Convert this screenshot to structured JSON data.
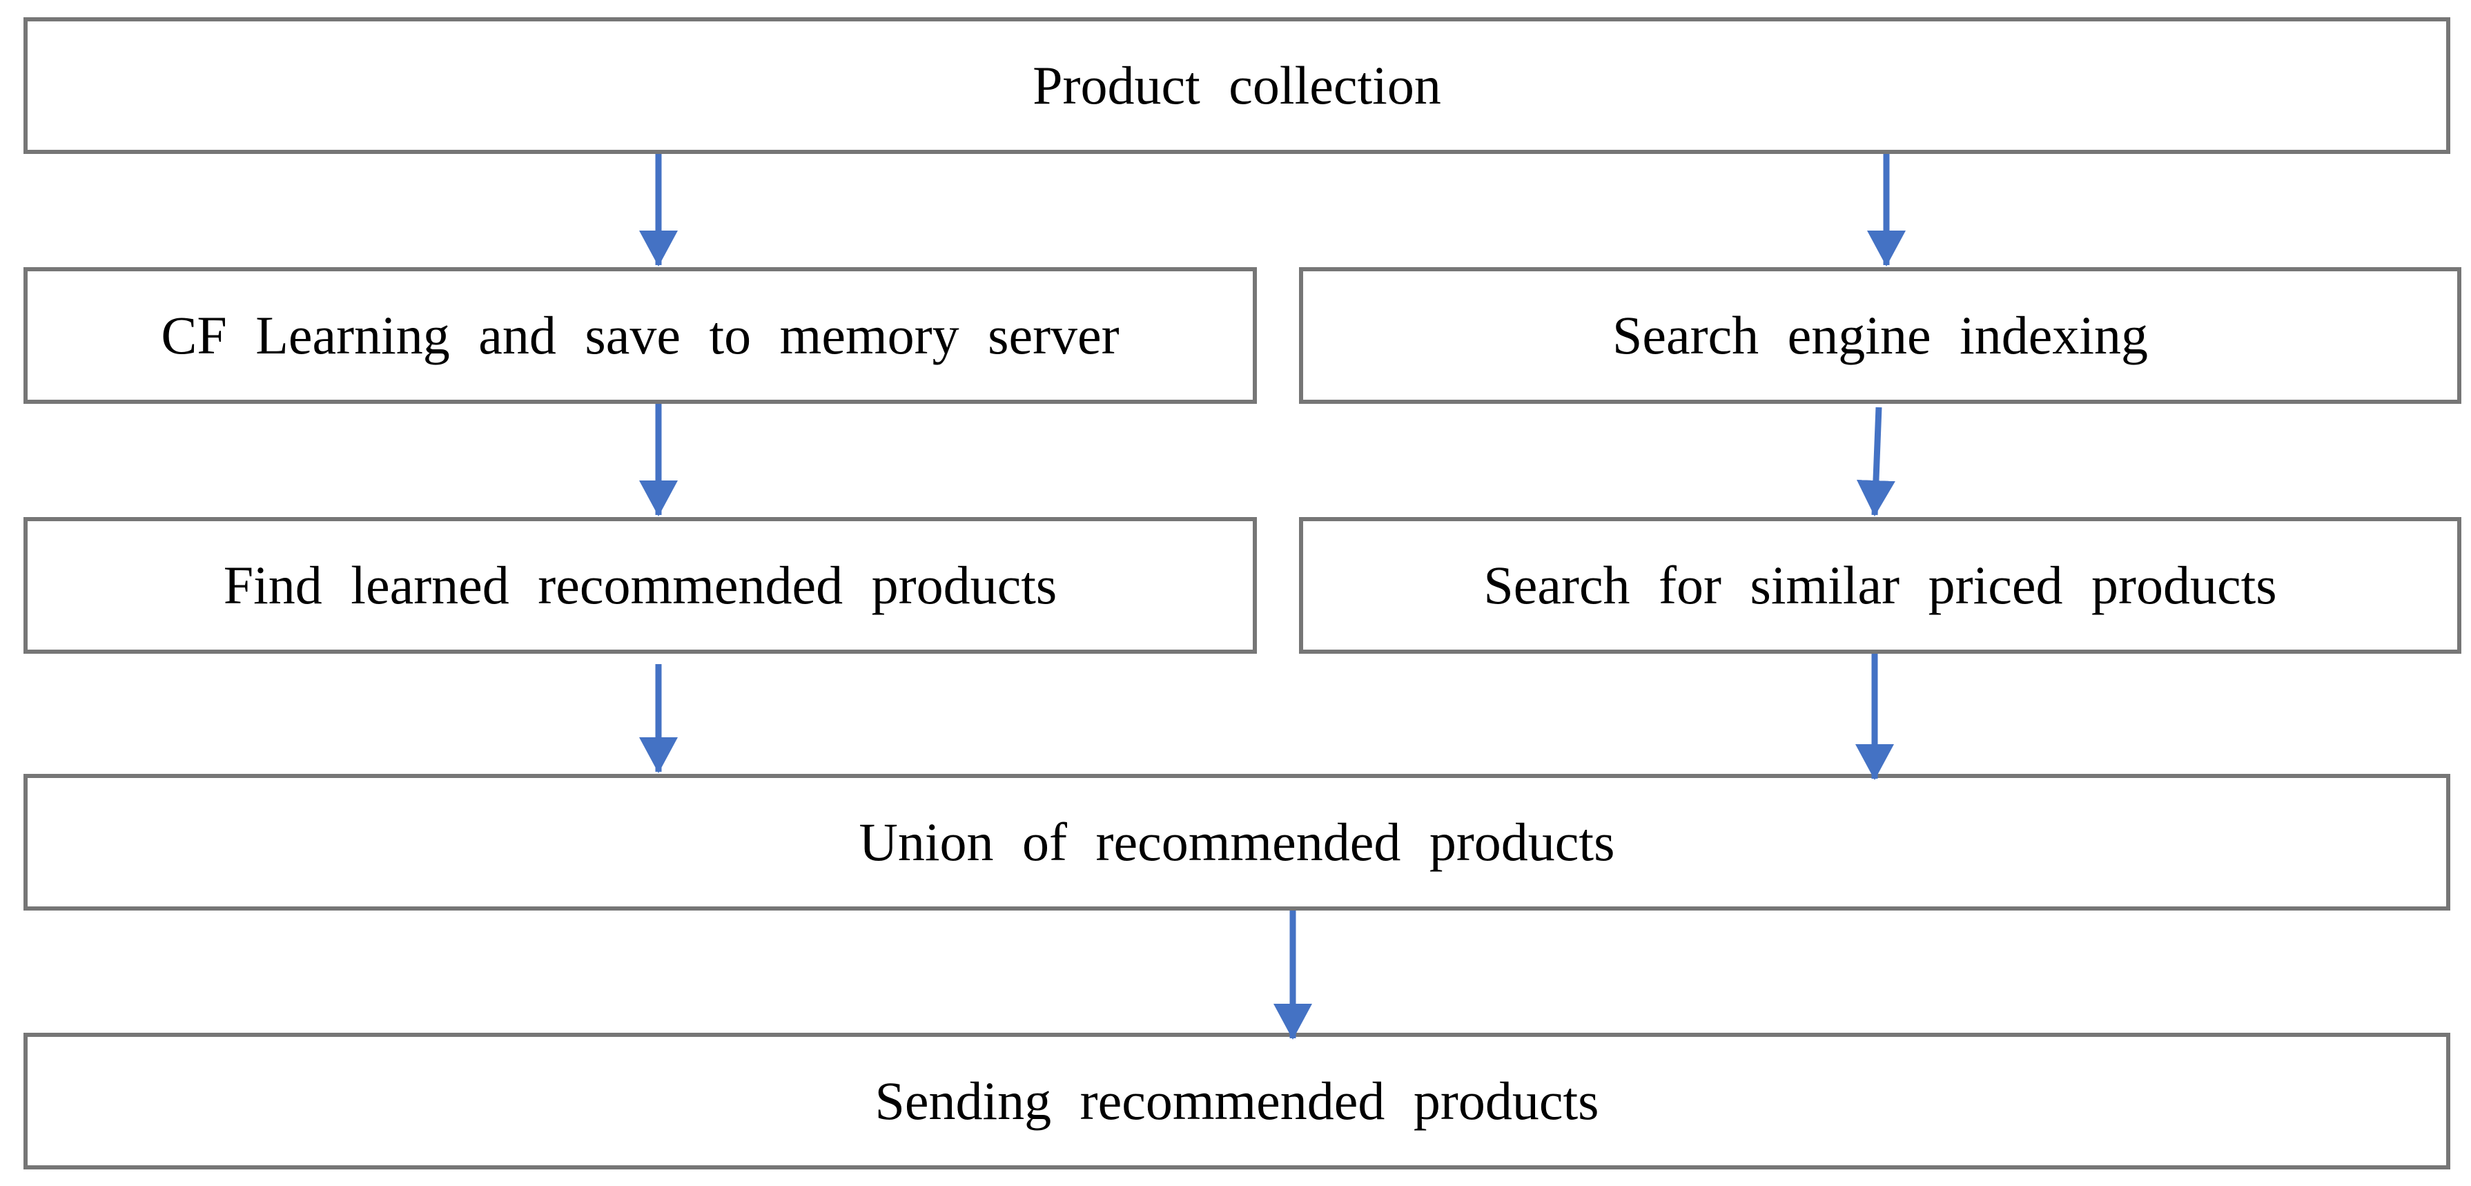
{
  "diagram": {
    "accent_color": "#4472C4",
    "border_color": "#767676",
    "boxes": {
      "product_collection": "Product collection",
      "cf_learning": "CF Learning and save to memory server",
      "search_engine_indexing": "Search engine indexing",
      "find_learned": "Find learned recommended products",
      "search_similar_priced": "Search for similar priced products",
      "union": "Union of recommended products",
      "sending": "Sending recommended products"
    }
  }
}
